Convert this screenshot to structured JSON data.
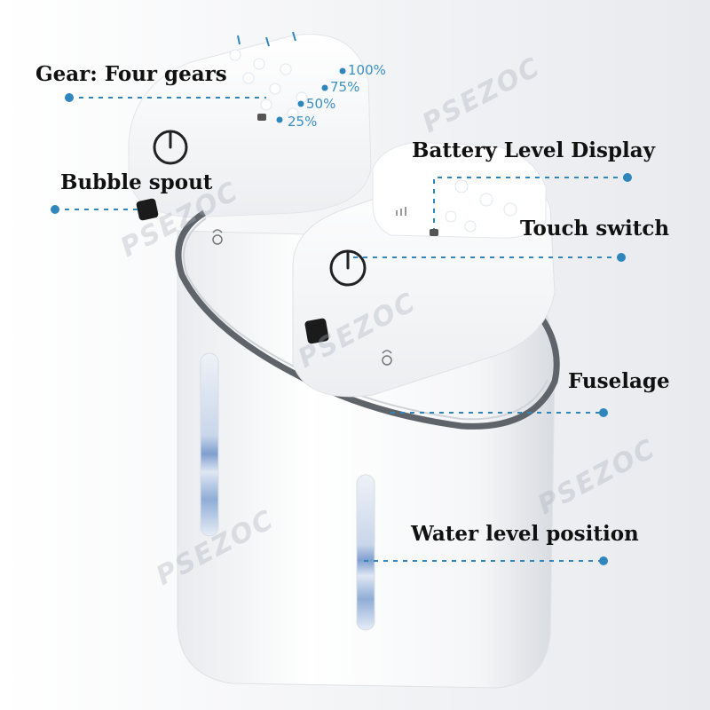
{
  "watermark": "PSEZOC",
  "labels": {
    "gear": "Gear: Four gears",
    "bubble_spout": "Bubble spout",
    "battery": "Battery Level Display",
    "touch_switch": "Touch switch",
    "fuselage": "Fuselage",
    "water_level": "Water level position"
  },
  "gear_levels": [
    "100%",
    "75%",
    "50%",
    "25%"
  ],
  "colors": {
    "accent": "#2f86bd",
    "label_text": "#111111",
    "body": "#f7f8fa",
    "chrome_ring": "#6b6f76",
    "water": "#7f9fcf"
  }
}
